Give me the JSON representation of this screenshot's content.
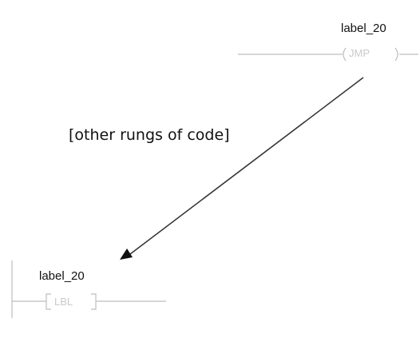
{
  "jump_instruction": {
    "tag": "label_20",
    "mnemonic": "JMP"
  },
  "label_instruction": {
    "tag": "label_20",
    "mnemonic": "LBL"
  },
  "annotation": {
    "text": "[other rungs of code]"
  },
  "colors": {
    "wire": "#bdbdbd",
    "instruction_text": "#c9c9c9",
    "arrow": "#333333"
  }
}
